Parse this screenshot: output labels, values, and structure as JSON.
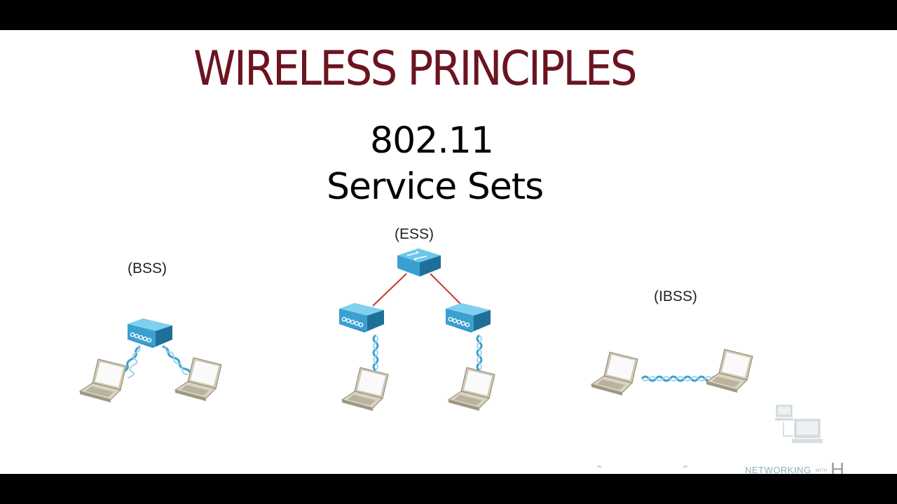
{
  "slide": {
    "title": "WIRELESS PRINCIPLES",
    "subtitle_line1": "802.11",
    "subtitle_line2": "Service Sets"
  },
  "diagram": {
    "labels": {
      "bss": "(BSS)",
      "ess": "(ESS)",
      "ibss": "(IBSS)"
    },
    "icons": [
      "wireless-access-point-icon",
      "switch-icon",
      "laptop-icon",
      "wireless-signal-icon",
      "network-computers-icon"
    ]
  },
  "logo": {
    "text": "NETWORKING",
    "with": "WITH",
    "letter": "H"
  },
  "colors": {
    "title": "#6b1420",
    "device_blue": "#3aa0cf",
    "device_blue_top": "#6cc6ea",
    "link_red": "#c0392b",
    "wave_blue": "#3b9fd0",
    "laptop_beige": "#d8d2bf"
  }
}
